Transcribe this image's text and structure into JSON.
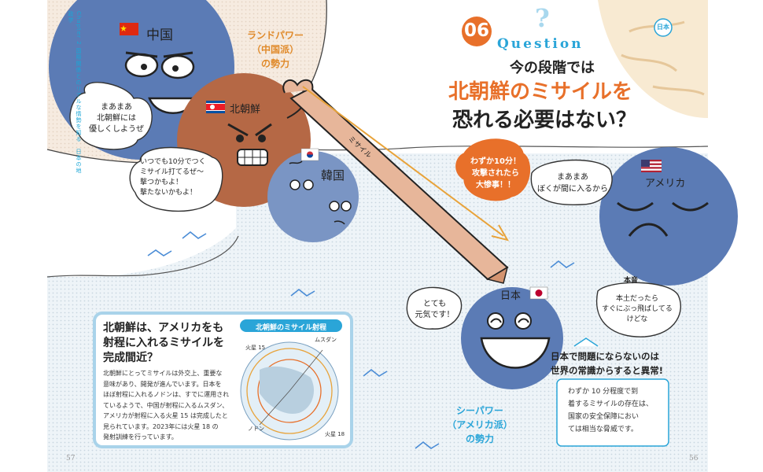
{
  "page": {
    "spine_text": "Chapter 2 国際関係とのリアルな情勢を知る　日本の地政学",
    "page_left": "57",
    "page_right": "56"
  },
  "question": {
    "number": "06",
    "word": "Question",
    "line1": "今の段階では",
    "line2": "北朝鮮のミサイルを",
    "line3": "恐れる必要はない？"
  },
  "countries": {
    "china": "中国",
    "north_korea": "北朝鮮",
    "south_korea": "韓国",
    "usa": "アメリカ",
    "japan": "日本",
    "map_japan": "日本"
  },
  "land_power_label": [
    "ランドパワー",
    "（中国派）",
    "の勢力"
  ],
  "sea_power_label": [
    "シーパワー",
    "（アメリカ派）",
    "の勢力"
  ],
  "bubbles": {
    "china": [
      "まあまあ",
      "北朝鮮には",
      "優しくしようぜ"
    ],
    "north_korea": [
      "いつでも10分でつく",
      "ミサイル打てるぜ～",
      "撃つかもよ！",
      "撃たないかもよ！"
    ],
    "warning": [
      "わずか10分！",
      "攻撃されたら",
      "大惨事！！"
    ],
    "usa": [
      "まあまあ",
      "ぼくが間に入るから"
    ],
    "japan": [
      "とても",
      "元気です！"
    ],
    "japan_honne_label": "本音",
    "japan_honne": [
      "本土だったら",
      "すぐにぶっ飛ばしてる",
      "けどな"
    ]
  },
  "missile_text": "ミサイル",
  "info_box": {
    "title": [
      "北朝鮮は、アメリカをも",
      "射程に入れるミサイルを",
      "完成間近？"
    ],
    "body": [
      "北朝鮮にとってミサイルは外交上、重要な",
      "意味があり、開発が進んでいます。日本を",
      "ほぼ射程に入れるノドンは、すでに運用され",
      "ているようで、中国が射程に入るムスダン、",
      "アメリカが射程に入る火星 15 は完成したと",
      "見られています。2023年には火星 18 の",
      "発射訓練を行っています。"
    ]
  },
  "range_chart": {
    "title": "北朝鮮のミサイル射程",
    "labels": [
      "火星 15",
      "ムスダン",
      "ノドン",
      "火星 18"
    ]
  },
  "side_box": {
    "title": [
      "日本で問題にならないのは",
      "世界の常識からすると異常!"
    ],
    "body": [
      "わずか 10 分程度で到",
      "着するミサイルの存在は、",
      "国家の安全保障におい",
      "ては相当な脅威です。"
    ]
  },
  "colors": {
    "land": "#f6ebe0",
    "sea": "#e9f2f8",
    "face_blue": "#5b7bb5",
    "face_brown": "#b56845",
    "orange": "#e8702a",
    "sky": "#2aa5d8"
  }
}
